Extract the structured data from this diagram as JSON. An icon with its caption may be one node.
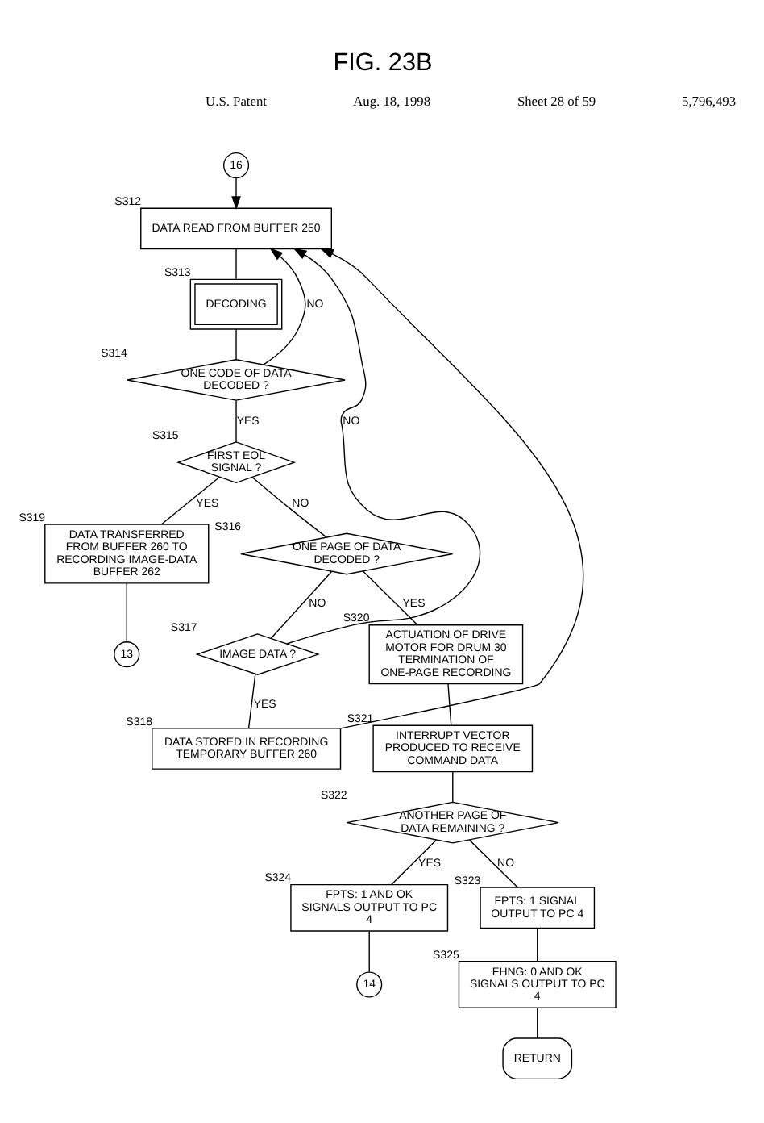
{
  "diagram": {
    "title": "FIG. 23B",
    "nodes": [
      {
        "text": [
          "16"
        ]
      },
      {
        "text": [
          "DATA READ FROM BUFFER 250"
        ],
        "beside": [
          "S312"
        ]
      },
      {
        "text": [
          "DECODING"
        ],
        "beside": [
          "S313"
        ]
      },
      {
        "text": [
          "ONE CODE OF DATA DECODED ?"
        ],
        "beside": [
          "S314"
        ]
      },
      {
        "text": [
          "FIRST EOL SIGNAL ?"
        ],
        "beside": [
          "S315"
        ]
      },
      {
        "text": [
          "DATA TRANSFERRED FROM BUFFER 260 TO RECORDING IMAGE-DATA BUFFER 262"
        ],
        "beside": [
          "S319"
        ]
      },
      {
        "text": [
          "13"
        ]
      },
      {
        "text": [
          "ONE PAGE OF DATA DECODED ?"
        ],
        "beside": [
          "S316"
        ]
      },
      {
        "text": [
          "IMAGE DATA ?"
        ],
        "beside": [
          "S317"
        ]
      },
      {
        "text": [
          "DATA STORED IN RECORDING TEMPORARY BUFFER 260"
        ],
        "beside": [
          "S318"
        ]
      },
      {
        "text": [
          "ACTUATION OF DRIVE MOTOR FOR DRUM 30 TERMINATION OF ONE-PAGE RECORDING"
        ],
        "beside": [
          "S320"
        ]
      },
      {
        "text": [
          "INTERRUPT VECTOR PRODUCED TO RECEIVE COMMAND DATA"
        ],
        "beside": [
          "S321"
        ]
      },
      {
        "text": [
          "ANOTHER PAGE OF DATA REMAINING ?"
        ],
        "beside": [
          "S322"
        ]
      },
      {
        "text": [
          "FPTS: 1 AND OK SIGNALS OUTPUT TO PC 4"
        ],
        "beside": [
          "S324"
        ]
      },
      {
        "text": [
          "14"
        ]
      },
      {
        "text": [
          "FPTS: 1 SIGNAL OUTPUT TO PC 4"
        ],
        "beside": [
          "S323"
        ]
      },
      {
        "text": [
          "FHNG: 0 AND OK SIGNALS OUTPUT TO PC 4"
        ],
        "beside": [
          "S325"
        ]
      },
      {
        "text": [
          "RETURN"
        ]
      }
    ],
    "edges": [
      {
        "from": 0,
        "to": 1,
        "arrow": "to"
      },
      {
        "from": 1,
        "to": 2,
        "arrow": "none"
      },
      {
        "from": 2,
        "to": 3,
        "arrow": "none"
      },
      {
        "from": 3,
        "to": 1,
        "label": "NO",
        "arrow": "to"
      },
      {
        "from": 3,
        "to": 4,
        "label": "YES",
        "arrow": "none"
      },
      {
        "from": 4,
        "to": 5,
        "label": "YES",
        "arrow": "none"
      },
      {
        "from": 5,
        "to": 6,
        "arrow": "none"
      },
      {
        "from": 4,
        "to": 7,
        "label": "NO",
        "arrow": "none"
      },
      {
        "from": 7,
        "to": 10,
        "label": "YES",
        "arrow": "none"
      },
      {
        "from": 7,
        "to": 8,
        "label": "NO",
        "arrow": "none"
      },
      {
        "from": 8,
        "to": 1,
        "label": "NO",
        "arrow": "to"
      },
      {
        "from": 8,
        "to": 9,
        "label": "YES",
        "arrow": "none"
      },
      {
        "from": 9,
        "to": 1,
        "arrow": "to"
      },
      {
        "from": 10,
        "to": 11,
        "arrow": "none"
      },
      {
        "from": 11,
        "to": 12,
        "arrow": "none"
      },
      {
        "from": 12,
        "to": 13,
        "label": "YES",
        "arrow": "none"
      },
      {
        "from": 12,
        "to": 15,
        "label": "NO",
        "arrow": "none"
      },
      {
        "from": 13,
        "to": 14,
        "arrow": "none"
      },
      {
        "from": 15,
        "to": 16,
        "arrow": "none"
      },
      {
        "from": 16,
        "to": 17,
        "arrow": "none"
      }
    ],
    "labels": [
      "U.S. Patent",
      "Aug. 18, 1998",
      "Sheet 28 of 59",
      "5,796,493"
    ]
  }
}
